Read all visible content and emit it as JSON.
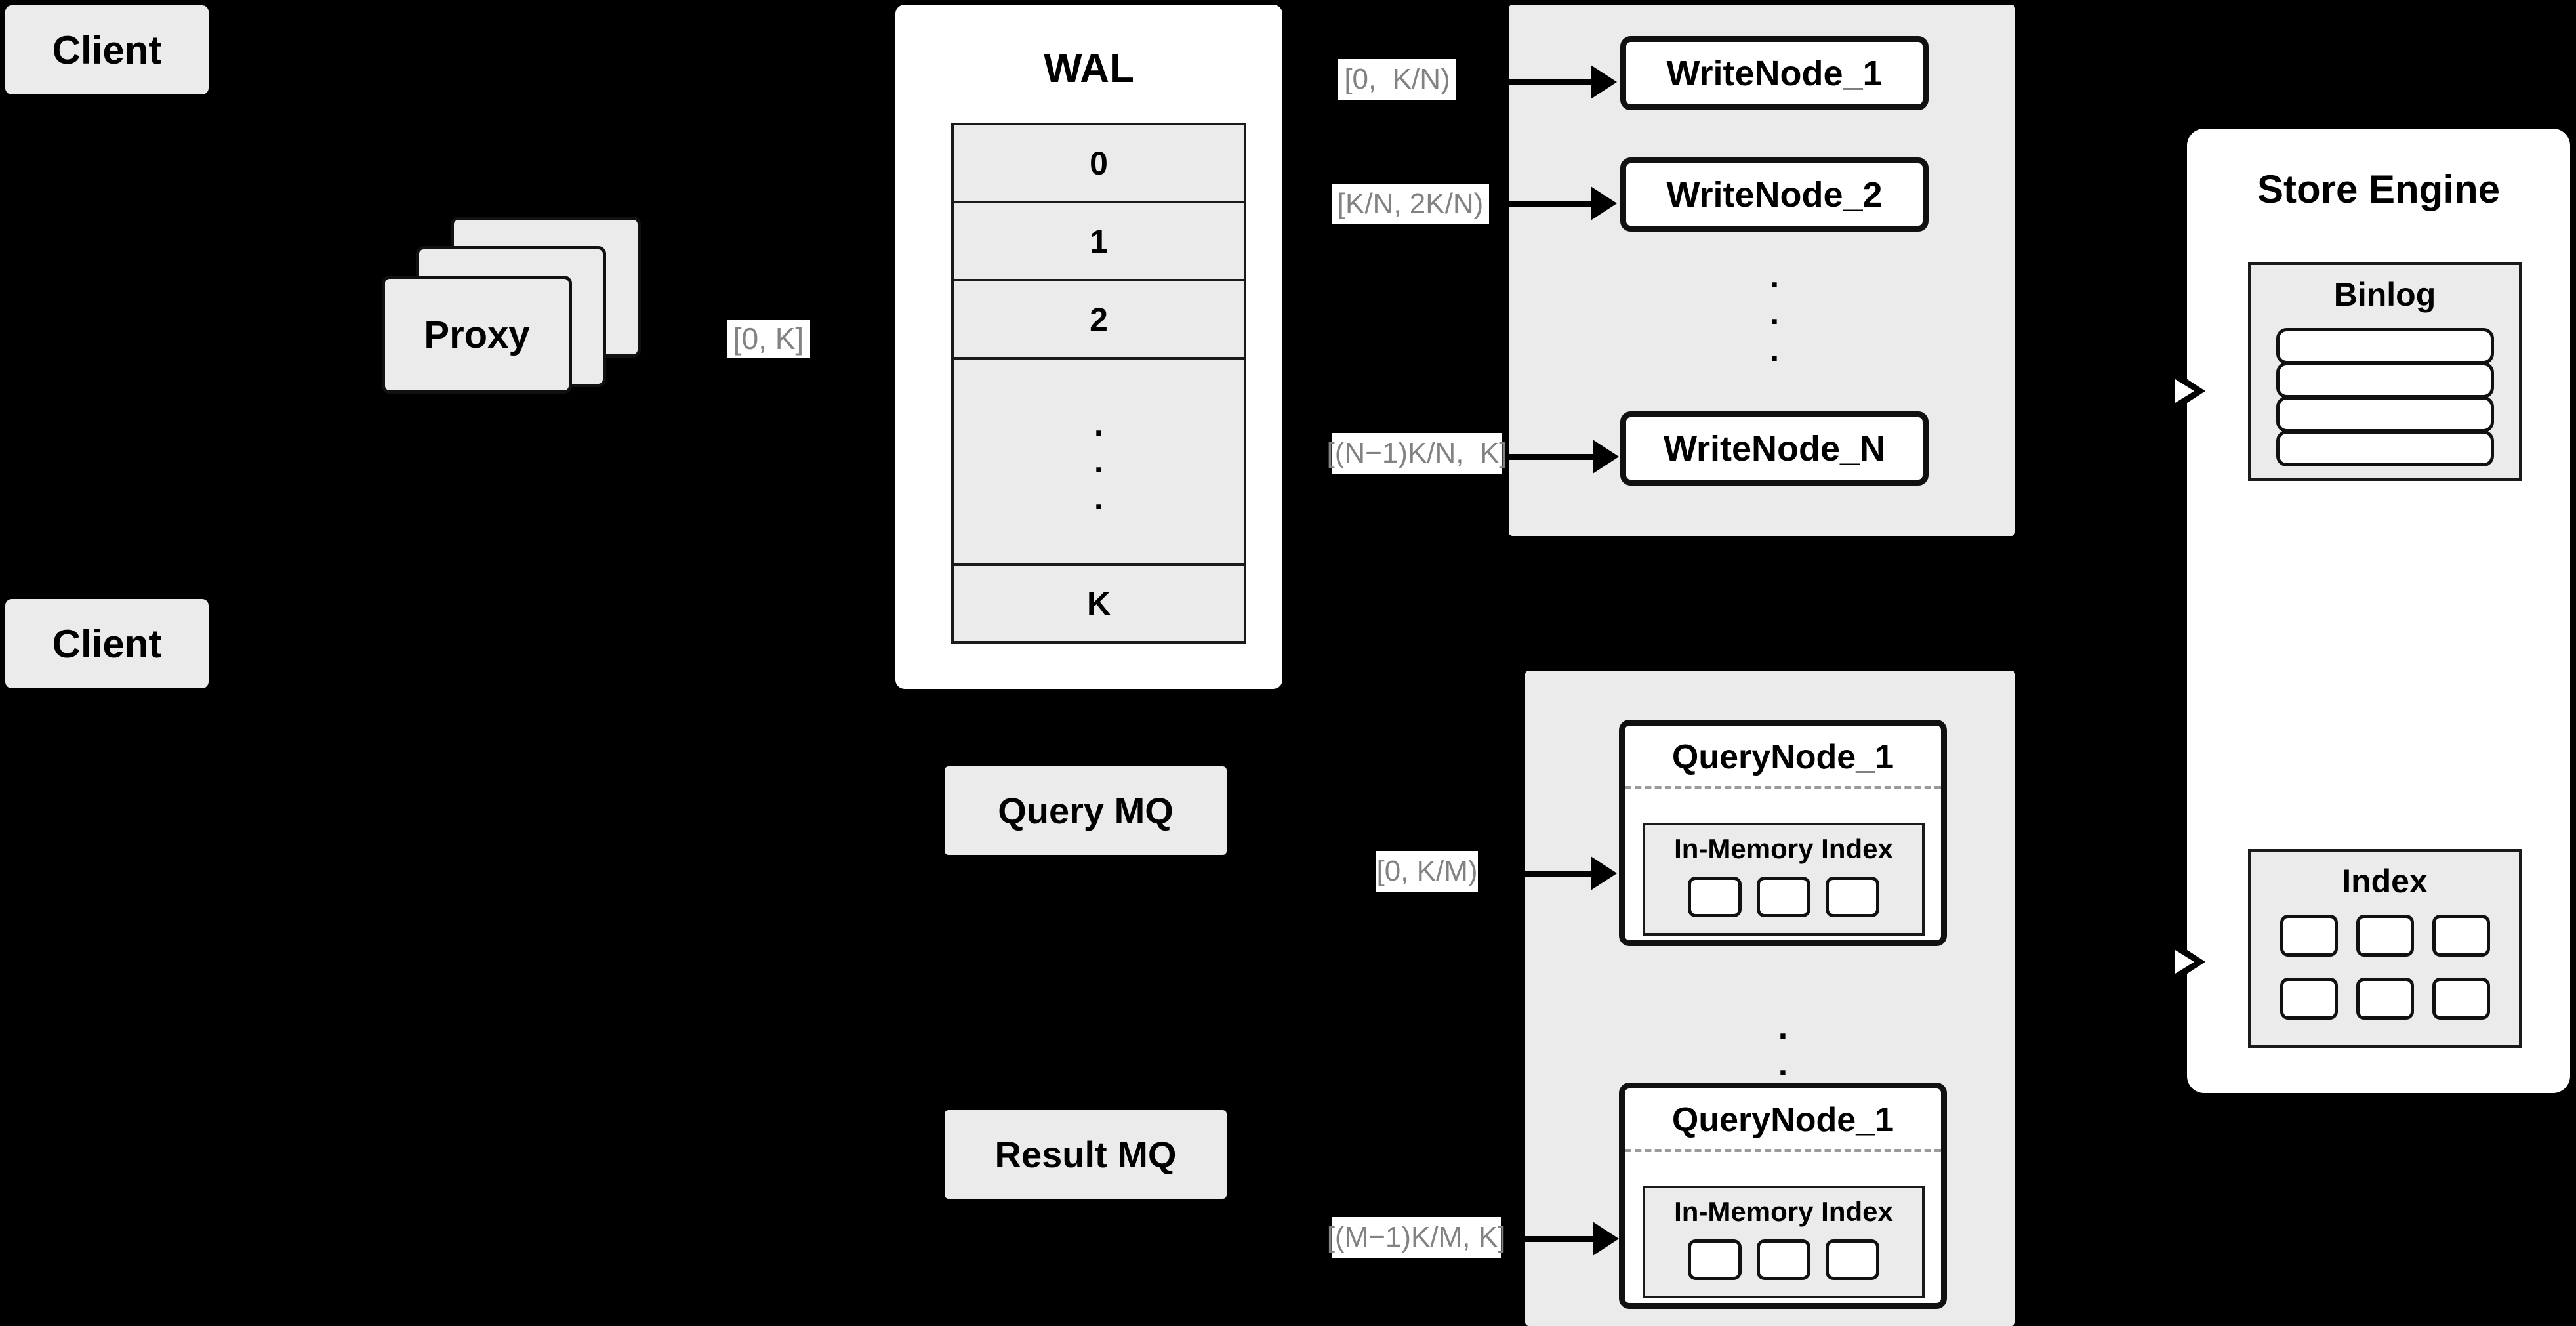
{
  "diagram": {
    "title": "Distributed vector database write/query architecture",
    "colors": {
      "background": "#000000",
      "node_fill": "#ebebeb",
      "panel_fill": "#ffffff",
      "stroke": "#111111",
      "label_text": "#828282"
    }
  },
  "clients": [
    {
      "label": "Client"
    },
    {
      "label": "Client"
    }
  ],
  "proxy": {
    "label": "Proxy",
    "stack_count": 3
  },
  "wal": {
    "title": "WAL",
    "rows": [
      "0",
      "1",
      "2",
      "",
      "K"
    ],
    "ellipsis_row_index": 3,
    "ellipsis": "..."
  },
  "queues": [
    {
      "label": "Query MQ"
    },
    {
      "label": "Result MQ"
    }
  ],
  "edge_labels": {
    "proxy_to_wal": "[0, K]",
    "write_node_1": "[0,  K/N)",
    "write_node_2": "[K/N, 2K/N)",
    "write_node_n": "[(N−1)K/N,  K]",
    "query_node_1": "[0, K/M)",
    "query_node_m": "[(M−1)K/M, K]"
  },
  "write_group": {
    "nodes": [
      {
        "label": "WriteNode_1"
      },
      {
        "label": "WriteNode_2"
      },
      {
        "label": "WriteNode_N"
      }
    ],
    "ellipsis": "..."
  },
  "query_group": {
    "nodes": [
      {
        "label": "QueryNode_1",
        "index": {
          "title": "In-Memory Index",
          "chip_count": 3
        }
      },
      {
        "label": "QueryNode_1",
        "index": {
          "title": "In-Memory Index",
          "chip_count": 3
        }
      }
    ],
    "ellipsis": "..."
  },
  "store_engine": {
    "title": "Store Engine",
    "binlog": {
      "title": "Binlog",
      "bar_count": 4
    },
    "index": {
      "title": "Index",
      "chip_count": 6
    }
  }
}
